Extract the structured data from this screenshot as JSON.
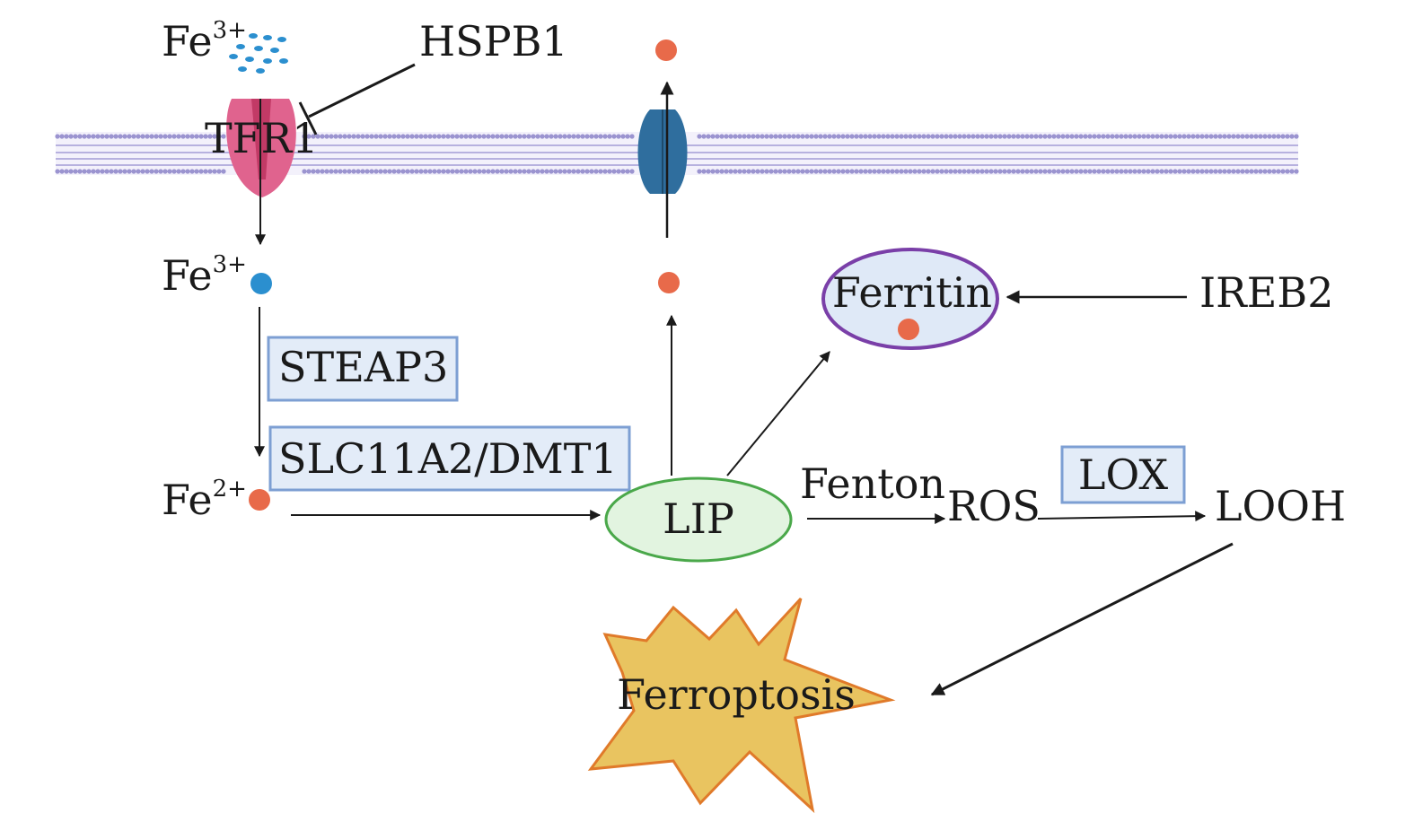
{
  "labels": {
    "fe3_out": "Fe",
    "fe3_out_sup": "3+",
    "hspb1": "HSPB1",
    "tfr1": "TFR1",
    "fe3_in": "Fe",
    "fe3_in_sup": "3+",
    "steap3": "STEAP3",
    "slc11a2": "SLC11A2/DMT1",
    "fe2": "Fe",
    "fe2_sup": "2+",
    "lip": "LIP",
    "ferritin": "Ferritin",
    "ireb2": "IREB2",
    "fenton": "Fenton",
    "ros": "ROS",
    "lox": "LOX",
    "looh": "LOOH",
    "ferroptosis": "Ferroptosis"
  },
  "colors": {
    "membrane": "#9b94d0",
    "tfr1": "#e0638e",
    "tfr1_dark": "#c23a66",
    "ferroportin": "#2f6e9e",
    "ion_blue": "#2b8fcf",
    "ion_orange": "#e86a4a",
    "box_fill": "#e3ecf8",
    "box_stroke": "#7d9fd3",
    "lip_fill": "#e2f4e0",
    "lip_stroke": "#4aa84a",
    "ferritin_fill": "#dfe9f7",
    "ferritin_stroke": "#7a3fa8",
    "star_fill": "#e9c460",
    "star_stroke": "#e07a2a",
    "arrow": "#1a1a1a"
  }
}
